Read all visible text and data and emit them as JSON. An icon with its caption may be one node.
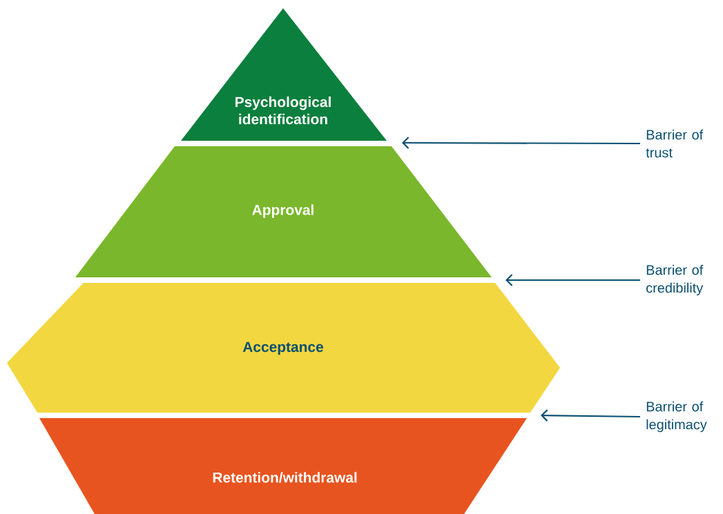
{
  "diagram": {
    "nodes": [
      {
        "text": [
          "Psychological identification"
        ]
      },
      {
        "text": [
          "Approval"
        ]
      },
      {
        "text": [
          "Acceptance"
        ]
      },
      {
        "text": [
          "Retention/withdrawal"
        ]
      },
      {
        "text": [
          "Barrier of trust"
        ]
      },
      {
        "text": [
          "Barrier of credibility"
        ]
      },
      {
        "text": [
          "Barrier of legitimacy"
        ]
      }
    ],
    "edges": [
      {
        "from": 4,
        "to": 1,
        "arrow": "to"
      },
      {
        "from": 5,
        "to": 2,
        "arrow": "to"
      },
      {
        "from": 6,
        "to": 2,
        "arrow": "to"
      }
    ]
  }
}
